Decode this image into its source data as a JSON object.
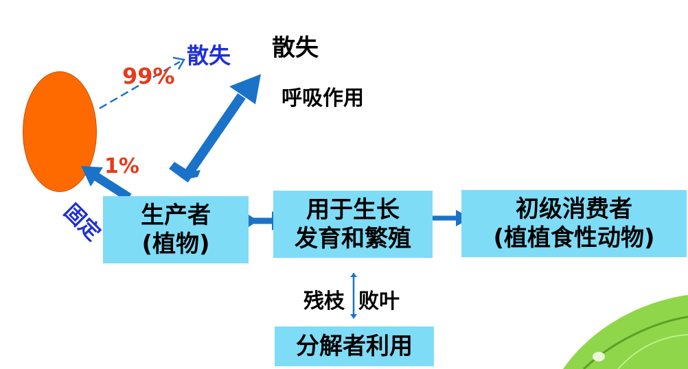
{
  "diagram": {
    "nodes": {
      "producer": {
        "line1": "生产者",
        "line2": "(植物)"
      },
      "growth": {
        "line1": "用于生长",
        "line2": "发育和繁殖"
      },
      "primary_consumer": {
        "line1": "初级消费者",
        "line2": "(植植食性动物)"
      },
      "decomposer": {
        "label": "分解者利用"
      }
    },
    "labels": {
      "lost_blue": "散失",
      "lost_black": "散失",
      "respiration": "呼吸作用",
      "percent_99": "99%",
      "percent_1": "1%",
      "fixation": "固定",
      "residue_1": "残枝",
      "residue_2": "败叶"
    },
    "colors": {
      "sun": "#ff6a00",
      "box": "#7fdcf7",
      "arrow": "#1a73c8",
      "percent": "#e8391b",
      "blue_text": "#1f2fd6"
    }
  }
}
